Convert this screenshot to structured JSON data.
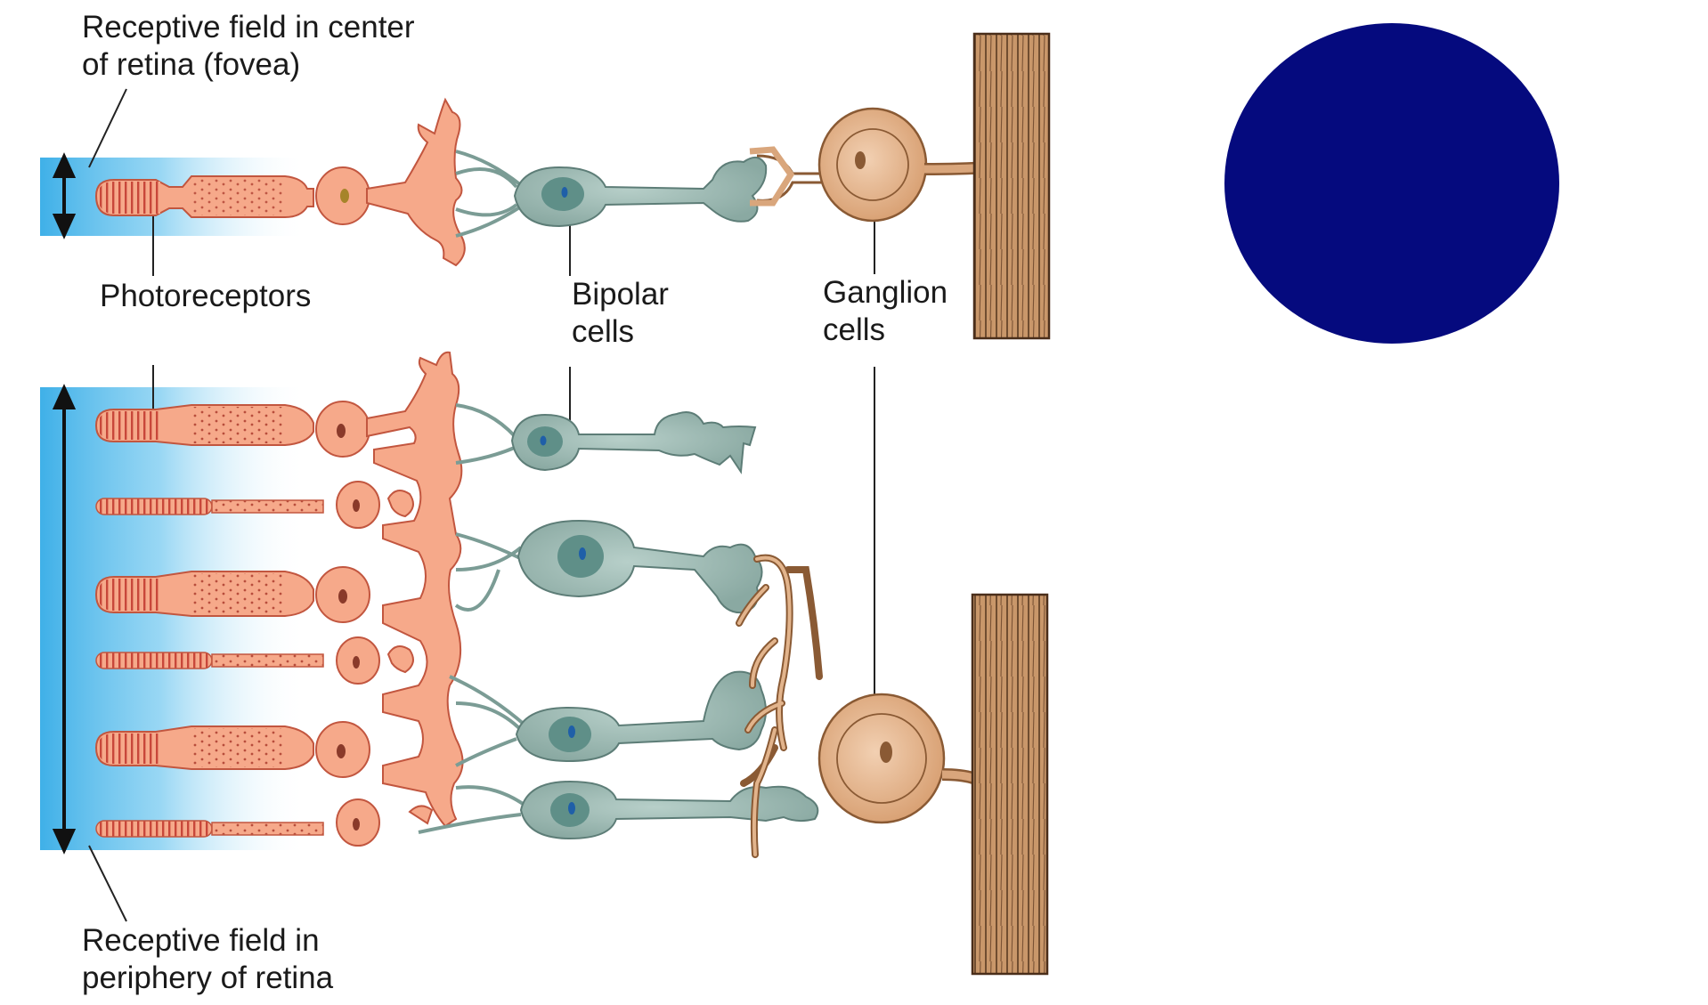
{
  "labels": {
    "fovea_field": [
      "Receptive field in center",
      "of retina (fovea)"
    ],
    "photoreceptors": "Photoreceptors",
    "bipolar": [
      "Bipolar",
      "cells"
    ],
    "ganglion": [
      "Ganglion",
      "cells"
    ],
    "periphery_field": [
      "Receptive field in",
      "periphery of retina"
    ]
  },
  "colors": {
    "field_blue": "#4cb8ea",
    "photoreceptor": "#f6a98a",
    "photoreceptor_dark": "#d0483a",
    "bipolar": "#94b1ab",
    "bipolar_nucleus": "#5f8f88",
    "ganglion": "#d9a67c",
    "axon_bundle": "#c9976a",
    "dark_circle": "#050a7e"
  }
}
